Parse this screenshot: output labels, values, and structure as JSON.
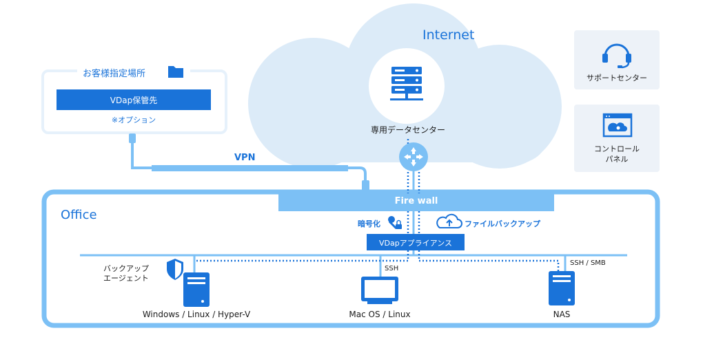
{
  "internet": {
    "label": "Internet"
  },
  "datacenter": {
    "label": "専用データセンター"
  },
  "customer_location": {
    "title": "お客様指定場所",
    "storage_label": "VDap保管先",
    "option_note": "※オプション"
  },
  "vpn": {
    "label": "VPN"
  },
  "office": {
    "label": "Office"
  },
  "firewall": {
    "label": "Fire wall"
  },
  "encryption": {
    "label": "暗号化"
  },
  "file_backup": {
    "label": "ファイルバックアップ"
  },
  "appliance": {
    "label": "VDapアプライアンス"
  },
  "agent": {
    "line1": "バックアップ",
    "line2": "エージェント"
  },
  "ssh": {
    "label": "SSH"
  },
  "ssh_smb": {
    "label": "SSH / SMB"
  },
  "clients": {
    "windows": "Windows / Linux / Hyper-V",
    "mac": "Mac OS / Linux",
    "nas": "NAS"
  },
  "support": {
    "label": "サポートセンター"
  },
  "control_panel": {
    "line1": "コントロール",
    "line2": "パネル"
  },
  "colors": {
    "primary": "#1a73d9",
    "light_blue": "#7cc0f5",
    "cloud": "#dcebf8",
    "panel": "#edf2f8",
    "frame": "#e6f1fb"
  }
}
